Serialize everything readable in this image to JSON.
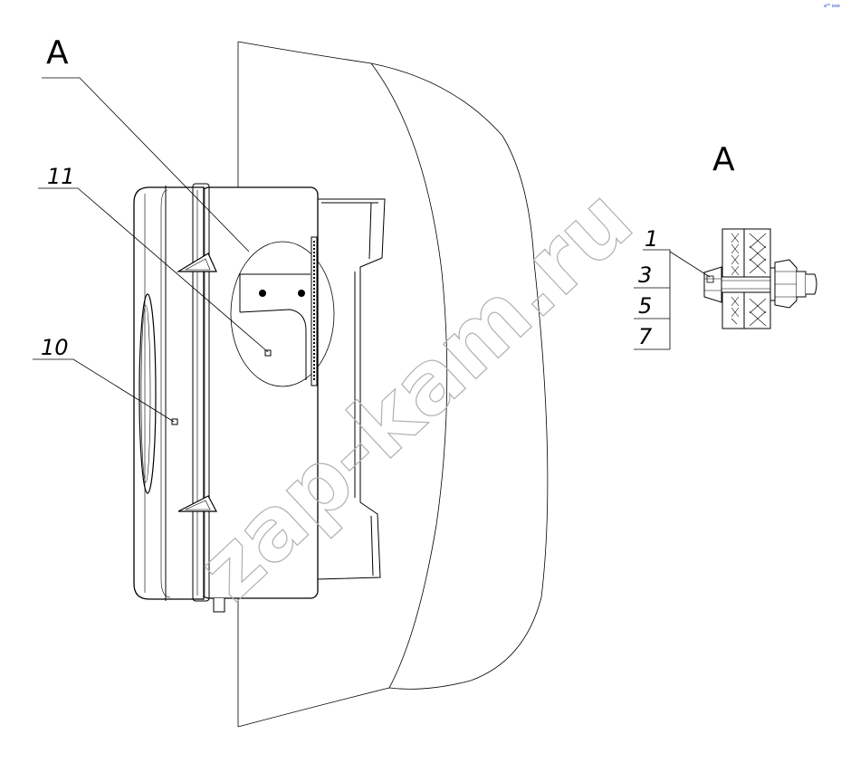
{
  "view_label_main": "A",
  "view_label_detail": "A",
  "callouts": {
    "c10": "10",
    "c11": "11",
    "c1": "1",
    "c3": "3",
    "c5": "5",
    "c7": "7"
  },
  "watermark": "zap-kam.ru",
  "corner_mark": "a⁰⁰ ooo",
  "colors": {
    "line": "#000000",
    "watermark": "#b0b0b0",
    "corner_mark": "#1a3cc8"
  }
}
